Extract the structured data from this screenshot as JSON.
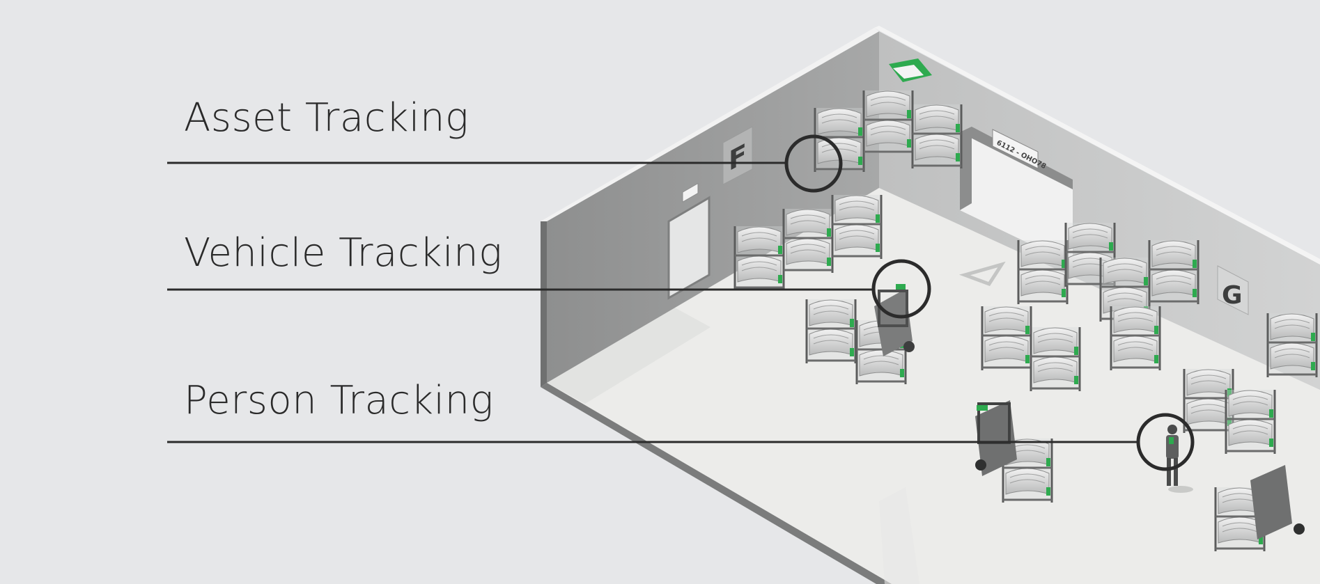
{
  "labels": {
    "asset": "Asset Tracking",
    "vehicle": "Vehicle Tracking",
    "person": "Person Tracking"
  },
  "signs": {
    "zone_f": "F",
    "zone_g": "G",
    "door_plate": "6112 - OHO78"
  },
  "colors": {
    "background": "#e6e7e9",
    "floor": "#ececea",
    "wall_light": "#c8c9c9",
    "wall_dark": "#9a9b9b",
    "callout_line": "#2b2b2b",
    "tag_green": "#2eaa4f"
  }
}
